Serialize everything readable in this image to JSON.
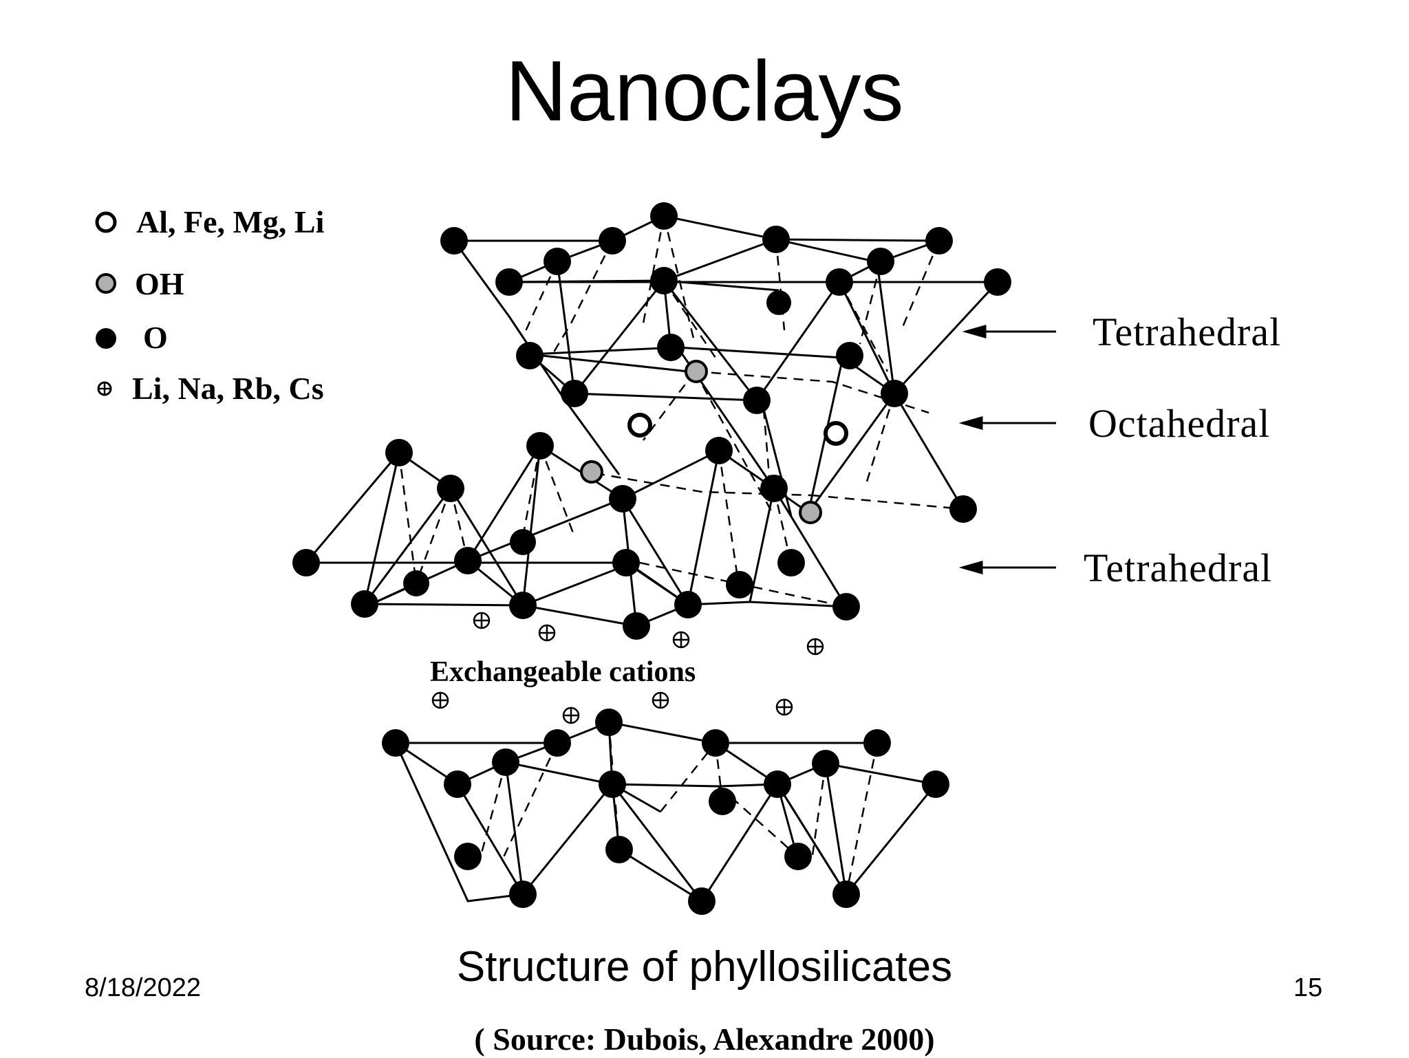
{
  "slide": {
    "title": "Nanoclays",
    "caption": "Structure of phyllosilicates",
    "date": "8/18/2022",
    "page_number": "15",
    "source": "(  Source:  Dubois, Alexandre 2000)"
  },
  "diagram": {
    "legend": [
      {
        "symbol": "open-circle",
        "label": "Al, Fe, Mg, Li"
      },
      {
        "symbol": "grey-circle",
        "label": "OH"
      },
      {
        "symbol": "black-circle",
        "label": "O"
      },
      {
        "symbol": "cation-circle",
        "label": "Li, Na, Rb, Cs"
      }
    ],
    "layer_labels": {
      "top": "Tetrahedral",
      "middle": "Octahedral",
      "bottom": "Tetrahedral"
    },
    "cation_label": "Exchangeable cations",
    "colors": {
      "atom": "#000000",
      "hydroxyl": "#b0b0b0",
      "background": "#ffffff"
    }
  }
}
